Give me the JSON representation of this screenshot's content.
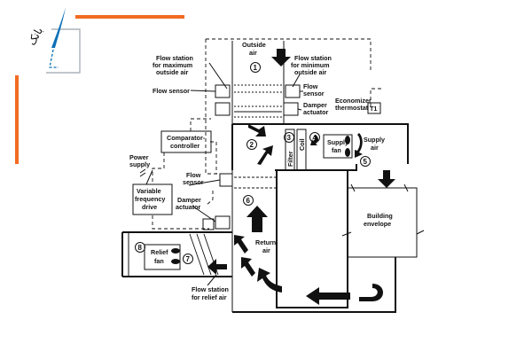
{
  "logo": {
    "brand_color": "#f26a21",
    "accent_color": "#0b6fb8",
    "script_text": "بانک"
  },
  "labels": {
    "outside_air": "Outside air",
    "flow_station_max": "Flow station for maximum outside air",
    "flow_station_min": "Flow station for minimum outside air",
    "flow_sensor_left": "Flow sensor",
    "flow_sensor_right": "Flow sensor",
    "damper_actuator_top": "Damper actuator",
    "economizer_thermostat": "Economizer thermostat",
    "thermostat_code": "T1",
    "comparator_controller": "Comparator-controller",
    "power_supply": "Power supply",
    "variable_frequency_drive": "Variable frequency drive",
    "flow_sensor_mid": "Flow sensor",
    "damper_actuator_mid": "Damper actuator",
    "filter": "Filter",
    "coil": "Coil",
    "supply_fan": "Supply fan",
    "supply_air": "Supply air",
    "building_envelope": "Building envelope",
    "return_air": "Return air",
    "relief_fan": "Relief fan",
    "flow_station_relief": "Flow station for relief air"
  },
  "markers": [
    "1",
    "2",
    "3",
    "4",
    "5",
    "6",
    "7",
    "8"
  ]
}
